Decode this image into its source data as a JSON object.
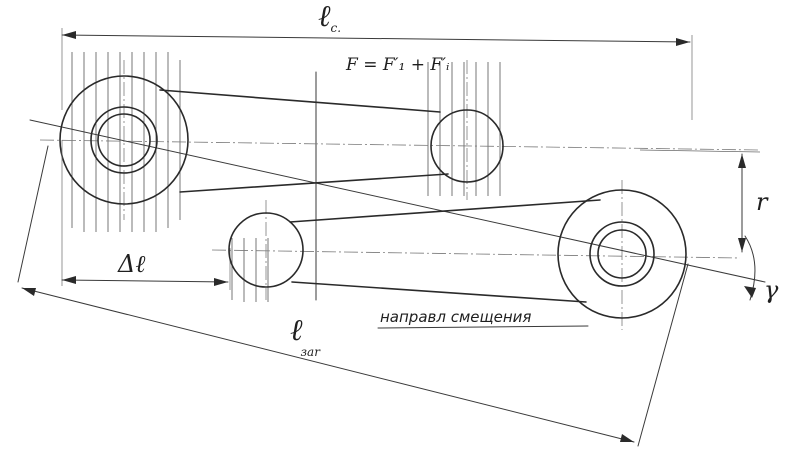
{
  "labels": {
    "lc_main": "ℓ",
    "lc_sub": "c.",
    "force": "F = F′₁ + F′ᵢ",
    "r": "r",
    "gamma": "γ",
    "delta_l": "Δℓ",
    "l3ar_main": "ℓ",
    "l3ar_sub": "зar",
    "direction": "направл смещения"
  }
}
